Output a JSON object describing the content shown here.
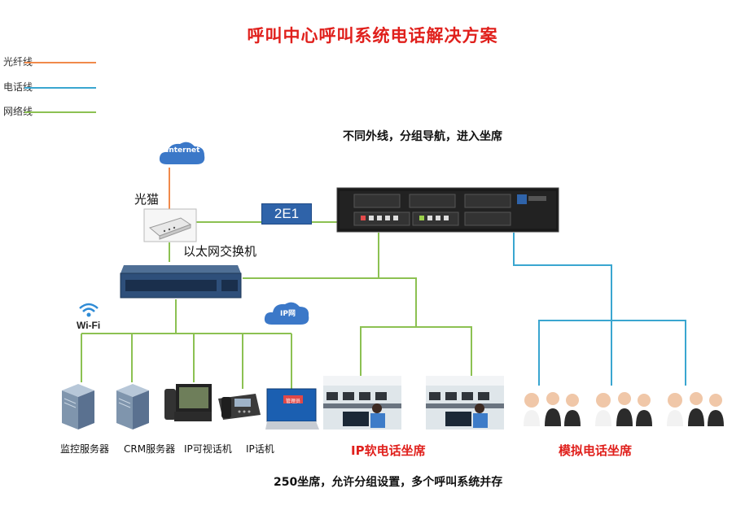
{
  "title": "呼叫中心呼叫系统电话解决方案",
  "legend": [
    {
      "label": "光纤线",
      "color": "#f08a4b"
    },
    {
      "label": "电话线",
      "color": "#3aa6d0"
    },
    {
      "label": "网络线",
      "color": "#8cc152"
    }
  ],
  "internet": "Internet",
  "ip_cloud": "IP网",
  "optical_modem": "光猫",
  "switch": "以太网交换机",
  "e1": "2E1",
  "wifi": "Wi-Fi",
  "gateway_caption": "不同外线，分组导航，进入坐席",
  "devices": {
    "monitor_server": "监控服务器",
    "crm_server": "CRM服务器",
    "ip_video_phone": "IP可视话机",
    "ip_phone": "IP话机"
  },
  "laptop_screen": "管理员",
  "ip_seats": "IP软电话坐席",
  "analog_seats": "模拟电话坐席",
  "footer": "250坐席，允许分组设置，多个呼叫系统并存"
}
